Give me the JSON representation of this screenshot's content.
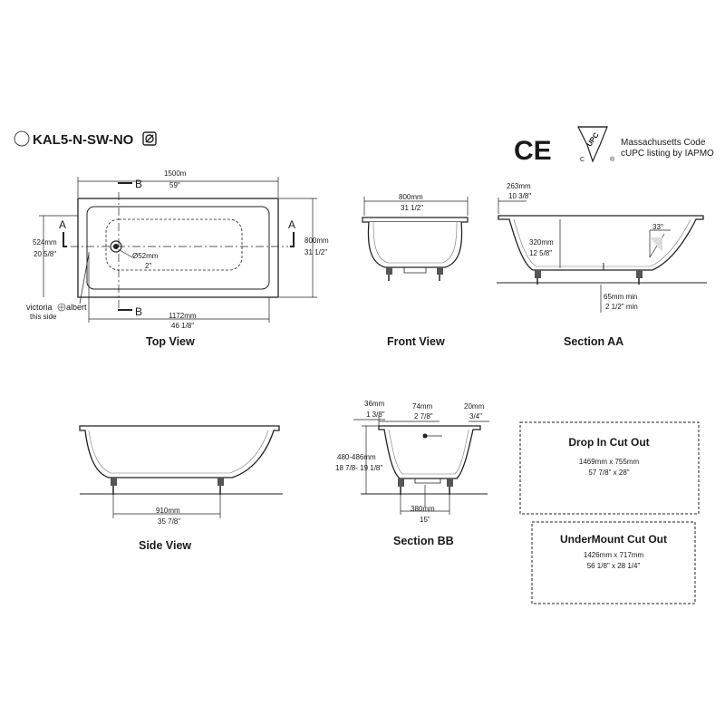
{
  "header": {
    "model_code": "KAL5-N-SW-NO",
    "cert_lines": [
      "Massachusetts Code",
      "cUPC listing by IAPMO"
    ],
    "ce_mark": "CE",
    "upc_mark": "UPC",
    "upc_c": "C",
    "upc_r": "®"
  },
  "top_view": {
    "caption": "Top View",
    "width_mm": "1500m",
    "width_in": "59\"",
    "height_mm": "800mm",
    "height_in": "31 1/2\"",
    "drain_offset_mm": "524mm",
    "drain_offset_in": "20 5/8\"",
    "drain_dia": "Ø52mm",
    "drain_dia_in": "2\"",
    "inner_len_mm": "1172mm",
    "inner_len_in": "46 1/8\"",
    "section_a": "A",
    "section_b": "B",
    "logo_left": "victoria",
    "logo_right": "albert",
    "logo_note": "this side"
  },
  "front_view": {
    "caption": "Front View",
    "width_mm": "800mm",
    "width_in": "31 1/2\""
  },
  "section_aa": {
    "caption": "Section AA",
    "rim_mm": "263mm",
    "rim_in": "10 3/8\"",
    "depth_mm": "320mm",
    "depth_in": "12 5/8\"",
    "angle": "33°",
    "clearance_mm": "65mm min",
    "clearance_in": "2 1/2\" min"
  },
  "side_view": {
    "caption": "Side View",
    "feet_mm": "910mm",
    "feet_in": "35 7/8\""
  },
  "section_bb": {
    "caption": "Section BB",
    "rim_mm": "36mm",
    "rim_in": "1 3/8\"",
    "overflow_mm": "74mm",
    "overflow_in": "2 7/8\"",
    "lip_mm": "20mm",
    "lip_in": "3/4\"",
    "height_mm": "480-486mm",
    "height_in": "18 7/8- 19 1/8\"",
    "feet_mm": "380mm",
    "feet_in": "15\""
  },
  "drop_in_cutout": {
    "title": "Drop In Cut Out",
    "size_mm": "1469mm x 755mm",
    "size_in": "57 7/8\" x 28\""
  },
  "undermount_cutout": {
    "title": "UnderMount Cut Out",
    "size_mm": "1426mm x 717mm",
    "size_in": "56 1/8\" x 28 1/4\""
  }
}
